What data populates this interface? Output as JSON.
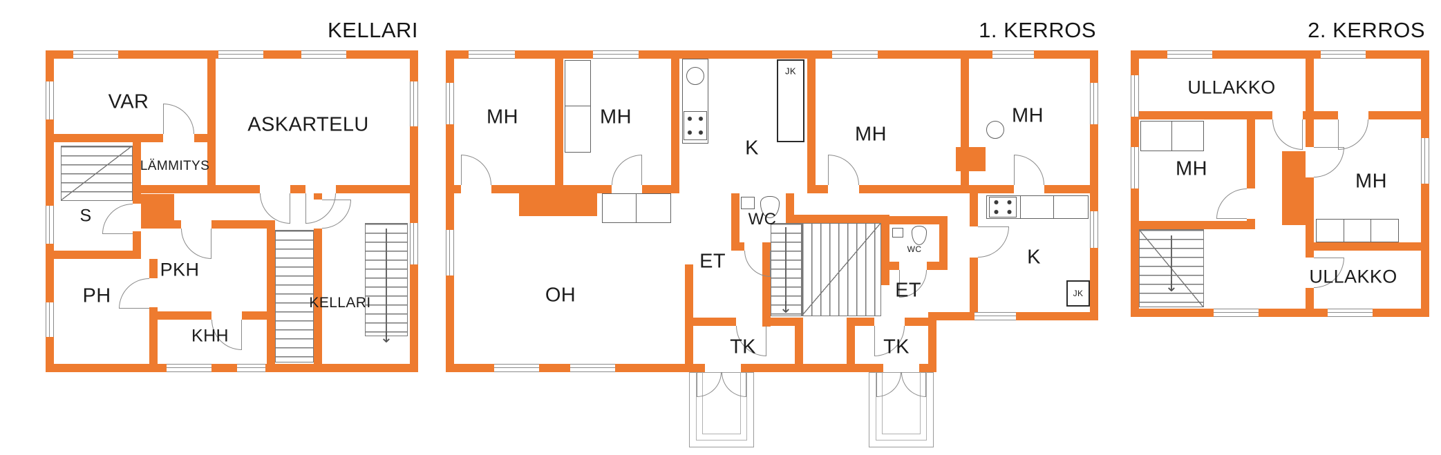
{
  "colors": {
    "wall": "#EE7B2F"
  },
  "glyphs": {
    "down_arrow": "↓"
  },
  "plans": [
    {
      "title": "KELLARI",
      "rooms": [
        {
          "label": "VAR"
        },
        {
          "label": "ASKARTELU"
        },
        {
          "label": "LÄMMITYS"
        },
        {
          "label": "S"
        },
        {
          "label": "PH"
        },
        {
          "label": "PKH"
        },
        {
          "label": "KHH"
        },
        {
          "label": "KELLARI"
        }
      ]
    },
    {
      "title": "1. KERROS",
      "rooms": [
        {
          "label": "MH"
        },
        {
          "label": "MH"
        },
        {
          "label": "K"
        },
        {
          "label": "JK"
        },
        {
          "label": "MH"
        },
        {
          "label": "MH"
        },
        {
          "label": "WC"
        },
        {
          "label": "ET"
        },
        {
          "label": "OH"
        },
        {
          "label": "WC"
        },
        {
          "label": "ET"
        },
        {
          "label": "K"
        },
        {
          "label": "JK"
        },
        {
          "label": "TK"
        },
        {
          "label": "TK"
        }
      ]
    },
    {
      "title": "2. KERROS",
      "rooms": [
        {
          "label": "ULLAKKO"
        },
        {
          "label": "MH"
        },
        {
          "label": "MH"
        },
        {
          "label": "ULLAKKO"
        }
      ]
    }
  ]
}
